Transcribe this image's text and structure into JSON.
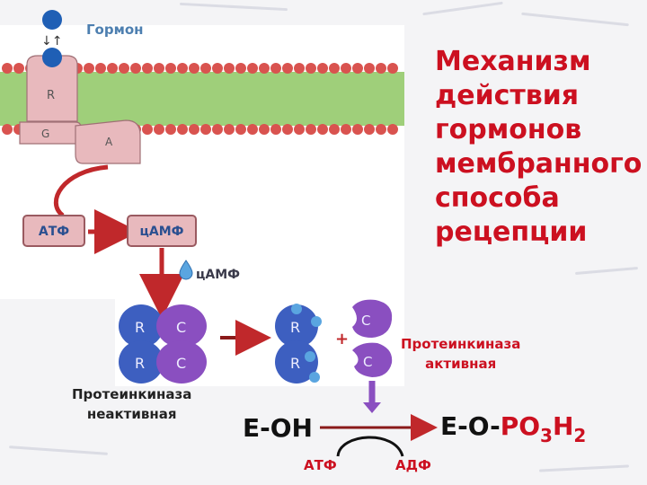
{
  "title": [
    "Механизм",
    "действия",
    "гормонов",
    "мембранного",
    "способа",
    "рецепции"
  ],
  "labels": {
    "hormone": "Гормон",
    "receptor": "R",
    "g_protein": "G",
    "adenylate_cyclase": "A",
    "atp_box": "АТФ",
    "camp_box": "цАМФ",
    "camp_small": "цАМФ",
    "subunit_r": "R",
    "subunit_c": "C",
    "plus": "+",
    "pk_active_line1": "Протеинкиназа",
    "pk_active_line2": "активная",
    "pk_inactive_line1": "Протеинкиназа",
    "pk_inactive_line2": "неактивная"
  },
  "equation": {
    "left": "E-OH",
    "right_prefix": "E-O-",
    "right_group_a": "PO",
    "sub_a": "3",
    "right_group_b": "H",
    "sub_b": "2",
    "cofactor_in": "АТФ",
    "cofactor_out": "АДФ"
  },
  "colors": {
    "title_red": "#cc1020",
    "receptor_pink": "#e8b9bd",
    "membrane_green": "#9fcf7a",
    "lipid_head_red": "#d9534f",
    "hormone_blue": "#1f5fb5",
    "camp_blue": "#5aa5e0",
    "r_subunit_blue": "#3d5fc0",
    "c_subunit_purple": "#8a4fc0",
    "arrow_red": "#c0282b"
  }
}
